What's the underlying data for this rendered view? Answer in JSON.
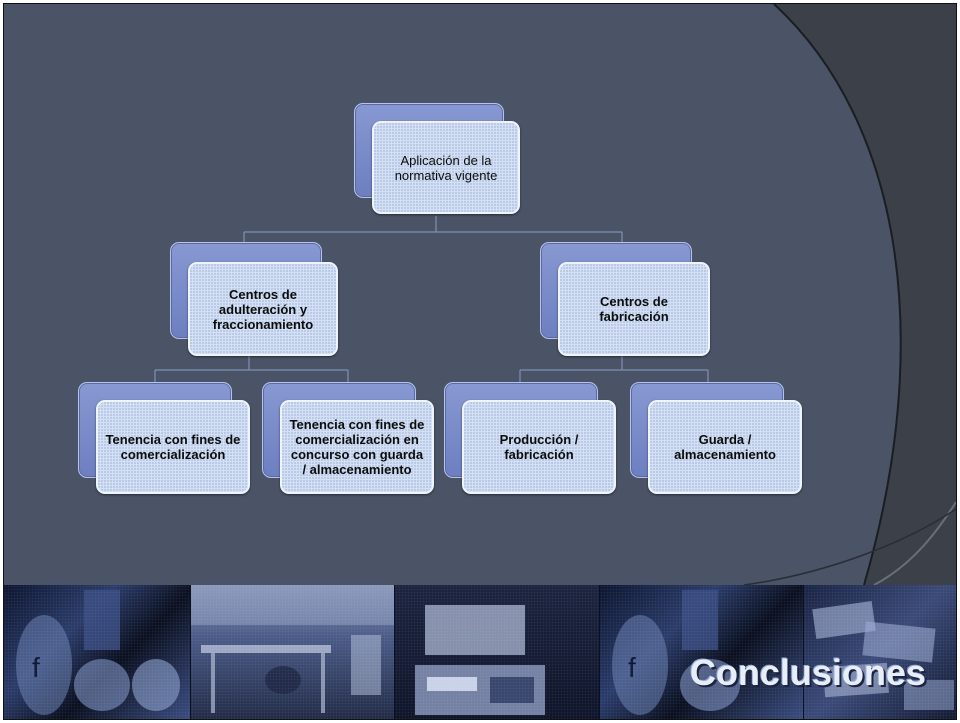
{
  "diagram": {
    "root": {
      "label": "Aplicación de la normativa vigente"
    },
    "level1": [
      {
        "label": "Centros de adulteración y fraccionamiento"
      },
      {
        "label": "Centros de fabricación"
      }
    ],
    "level2": [
      {
        "label": "Tenencia con fines de comercialización"
      },
      {
        "label": "Tenencia con fines de comercialización en concurso con guarda / almacenamiento"
      },
      {
        "label": "Producción / fabricación"
      },
      {
        "label": "Guarda / almacenamiento"
      }
    ]
  },
  "photo_strip": {
    "photos": [
      {
        "icon": "bottles-and-cans-photo"
      },
      {
        "icon": "lab-table-photo"
      },
      {
        "icon": "scale-with-powder-photo"
      },
      {
        "icon": "bottles-and-cans-photo"
      },
      {
        "icon": "seized-cash-photo"
      }
    ],
    "caption": "Conclusiones"
  },
  "colors": {
    "background": "#4a5466",
    "node_back": "#7889c8",
    "node_front": "#d3e0f5",
    "arc": "#3a3f4a",
    "caption": "#e8eef8"
  }
}
